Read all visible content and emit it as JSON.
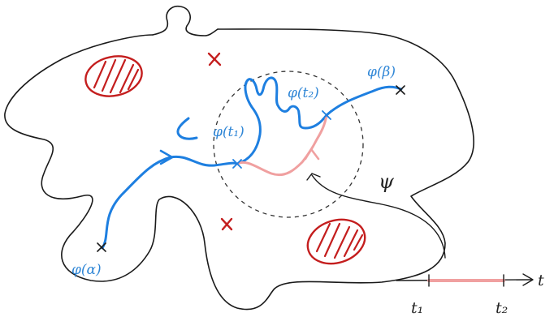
{
  "labels": {
    "phi_alpha": "φ(α)",
    "phi_beta": "φ(β)",
    "phi_t1": "φ(t₁)",
    "phi_t2": "φ(t₂)",
    "psi": "ψ",
    "t": "t",
    "t1": "t₁",
    "t2": "t₂"
  },
  "colors": {
    "outline": "#1a1a1a",
    "path_blue": "#1e7fe0",
    "label_blue": "#2f86d6",
    "path_pink": "#f0a0a0",
    "hole_red": "#c41e1e",
    "dashed_circle": "#333333"
  }
}
